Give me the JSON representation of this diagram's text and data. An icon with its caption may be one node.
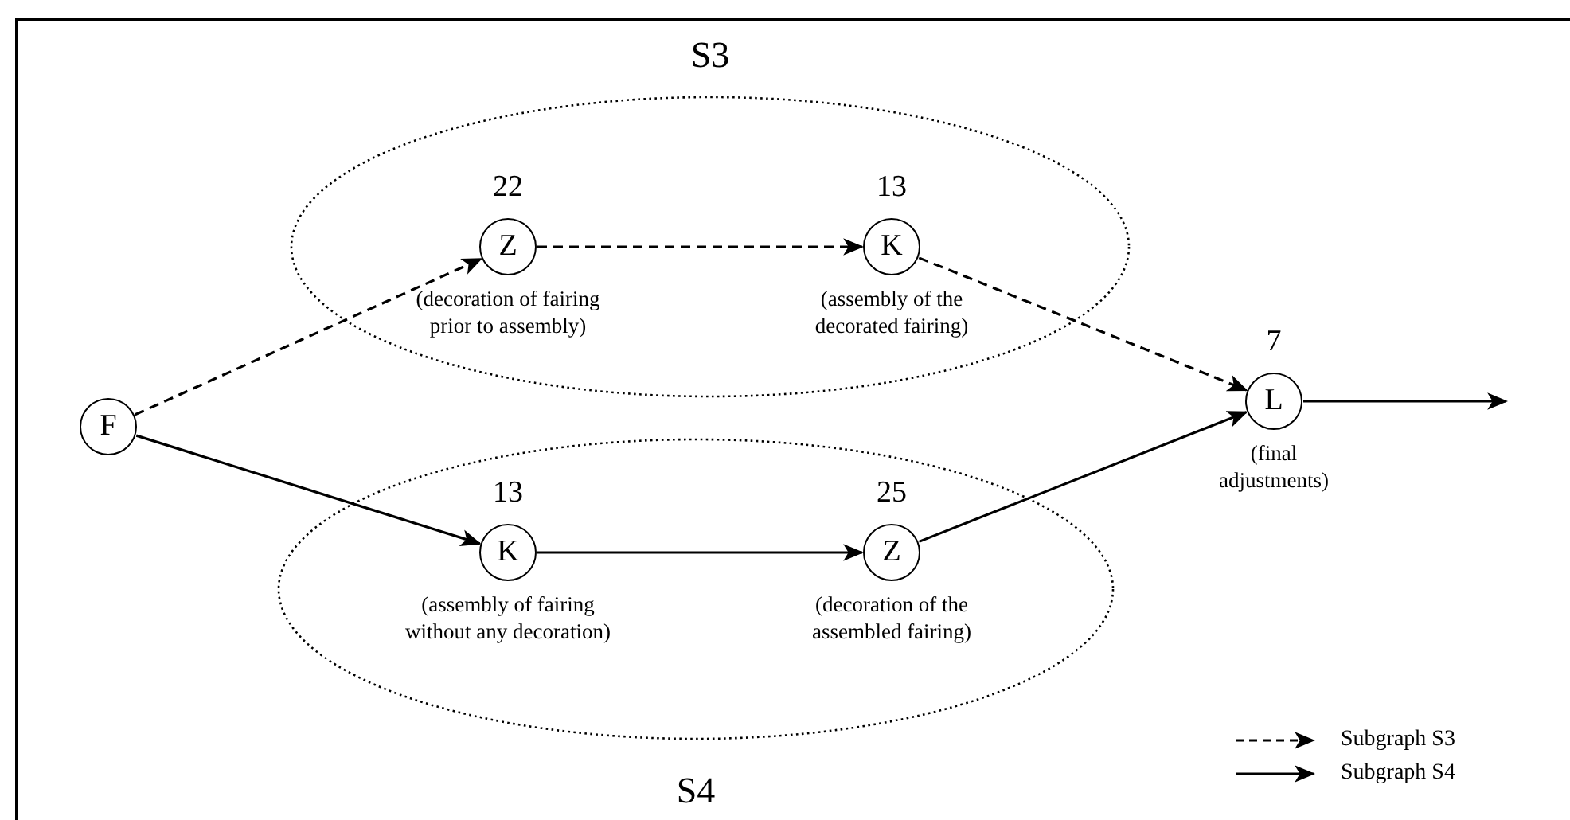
{
  "diagram": {
    "nodes": [
      {
        "text": [
          "S3"
        ]
      },
      {
        "text": [
          "Z"
        ],
        "in": 0,
        "beside": [
          "22",
          "(decoration of fairing prior to assembly)"
        ]
      },
      {
        "text": [
          "K"
        ],
        "in": 0,
        "beside": [
          "13",
          "(assembly of the decorated fairing)"
        ]
      },
      {
        "text": [
          "F"
        ]
      },
      {
        "text": [
          "L"
        ],
        "beside": [
          "7",
          "(final adjustments)"
        ]
      },
      {
        "text": [
          "K"
        ],
        "in": 7,
        "beside": [
          "13",
          "(assembly of fairing without any decoration)"
        ]
      },
      {
        "text": [
          "Z"
        ],
        "in": 7,
        "beside": [
          "25",
          "(decoration of the assembled fairing)"
        ]
      },
      {
        "text": [
          "S4"
        ]
      }
    ],
    "edges": [
      {
        "from": 3,
        "to": 1,
        "arrow": "to",
        "style": "dashed"
      },
      {
        "from": 1,
        "to": 2,
        "arrow": "to",
        "style": "dashed"
      },
      {
        "from": 2,
        "to": 4,
        "arrow": "to",
        "style": "dashed"
      },
      {
        "from": 3,
        "to": 5,
        "arrow": "to"
      },
      {
        "from": 5,
        "to": 6,
        "arrow": "to"
      },
      {
        "from": 6,
        "to": 4,
        "arrow": "to"
      },
      {
        "from": 4,
        "to": null,
        "arrow": "to"
      }
    ],
    "legend": [
      {
        "text": "Subgraph S3"
      },
      {
        "text": "Subgraph S4"
      }
    ]
  }
}
